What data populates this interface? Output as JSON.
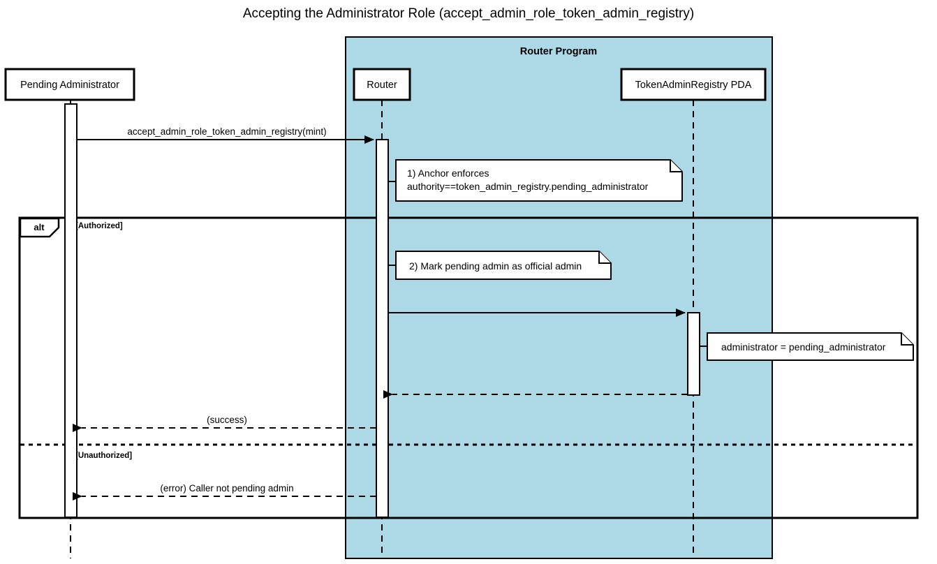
{
  "title": "Accepting the Administrator Role (accept_admin_role_token_admin_registry)",
  "groups": [
    {
      "id": "router-program",
      "label": "Router Program",
      "color": "#add8e6"
    }
  ],
  "participants": [
    {
      "id": "pending-administrator",
      "label": "Pending Administrator"
    },
    {
      "id": "router",
      "label": "Router"
    },
    {
      "id": "token-admin-registry-pda",
      "label": "TokenAdminRegistry PDA"
    }
  ],
  "messages": [
    {
      "id": "accept-call",
      "label": "accept_admin_role_token_admin_registry(mint)",
      "from": "pending-administrator",
      "to": "router",
      "style": "solid"
    },
    {
      "id": "update-registry",
      "label": "",
      "from": "router",
      "to": "token-admin-registry-pda",
      "style": "solid"
    },
    {
      "id": "registry-return",
      "label": "",
      "from": "token-admin-registry-pda",
      "to": "router",
      "style": "dashed"
    },
    {
      "id": "success-return",
      "label": "(success)",
      "from": "router",
      "to": "pending-administrator",
      "style": "dashed"
    },
    {
      "id": "error-return",
      "label": "(error) Caller not pending admin",
      "from": "router",
      "to": "pending-administrator",
      "style": "dashed"
    }
  ],
  "notes": [
    {
      "id": "note-anchor-enforces",
      "lines": [
        "1) Anchor enforces",
        "authority==token_admin_registry.pending_administrator"
      ]
    },
    {
      "id": "note-mark-pending",
      "lines": [
        "2) Mark pending admin as official admin"
      ]
    },
    {
      "id": "note-administrator-assign",
      "lines": [
        "administrator = pending_administrator"
      ]
    }
  ],
  "fragment": {
    "id": "alt-fragment",
    "operator": "alt",
    "guards": [
      "[Authorized]",
      "[Unauthorized]"
    ]
  }
}
